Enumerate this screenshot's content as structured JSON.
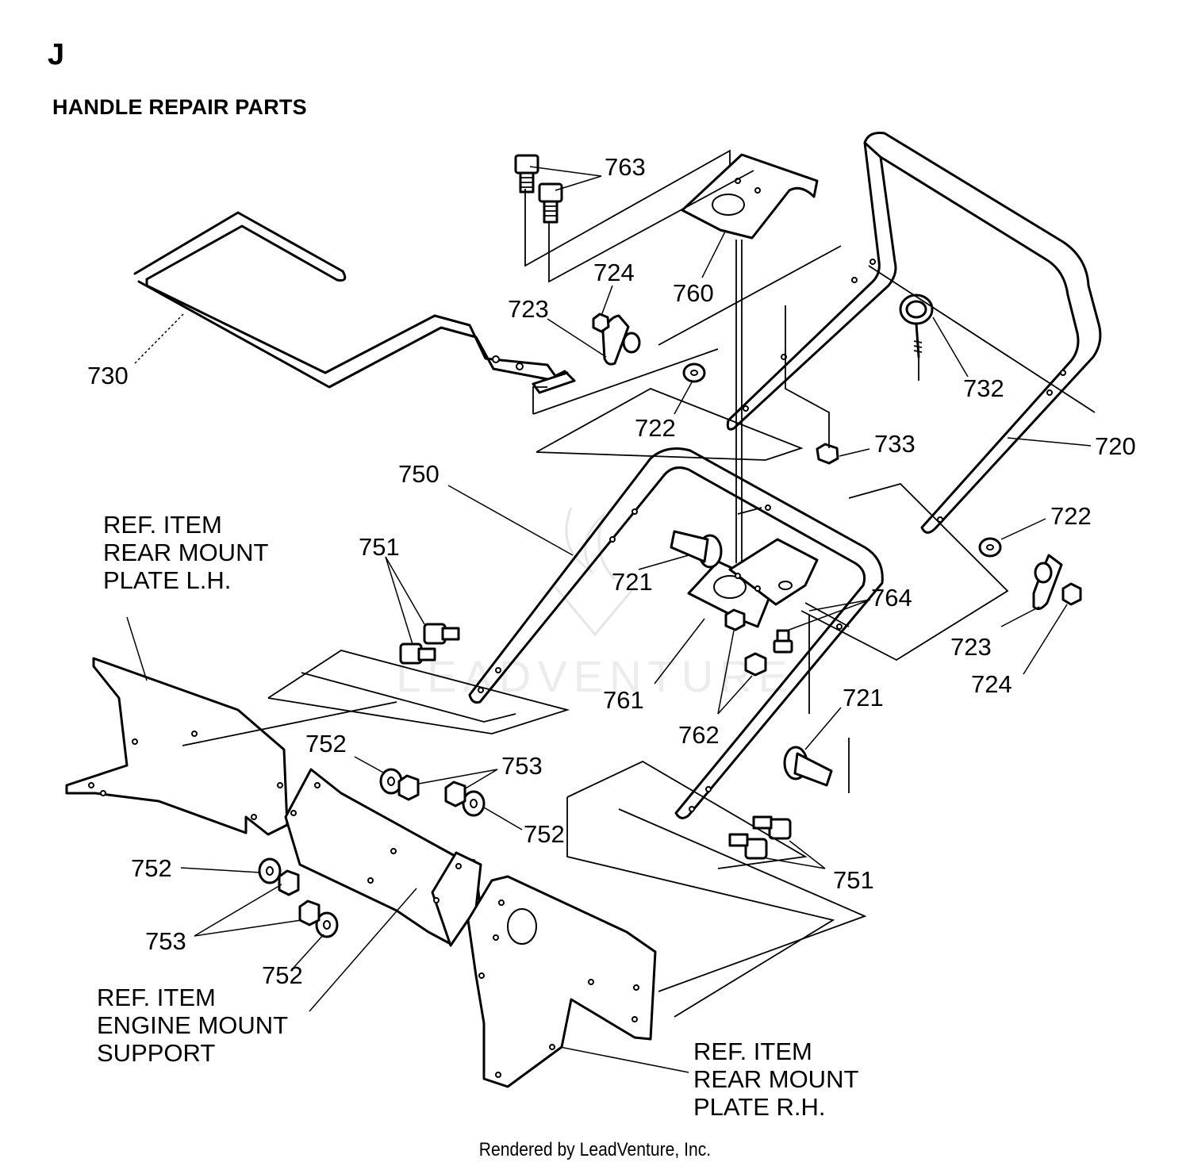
{
  "section_letter": "J",
  "heading": "HANDLE REPAIR PARTS",
  "reference_items": {
    "rear_mount_lh": [
      "REF. ITEM",
      "REAR MOUNT",
      "PLATE L.H."
    ],
    "engine_mount": [
      "REF. ITEM",
      "ENGINE MOUNT",
      "SUPPORT"
    ],
    "rear_mount_rh": [
      "REF. ITEM",
      "REAR MOUNT",
      "PLATE R.H."
    ]
  },
  "callouts": {
    "c763": "763",
    "c760": "760",
    "c724a": "724",
    "c723a": "723",
    "c730": "730",
    "c722a": "722",
    "c732": "732",
    "c733": "733",
    "c720": "720",
    "c750": "750",
    "c751a": "751",
    "c721a": "721",
    "c764": "764",
    "c722b": "722",
    "c723b": "723",
    "c724b": "724",
    "c761": "761",
    "c762": "762",
    "c721b": "721",
    "c752a": "752",
    "c753a": "753",
    "c752b": "752",
    "c752c": "752",
    "c753b": "753",
    "c752d": "752",
    "c751b": "751"
  },
  "watermark": "LEADVENTURE",
  "footer": "Rendered by LeadVenture, Inc."
}
